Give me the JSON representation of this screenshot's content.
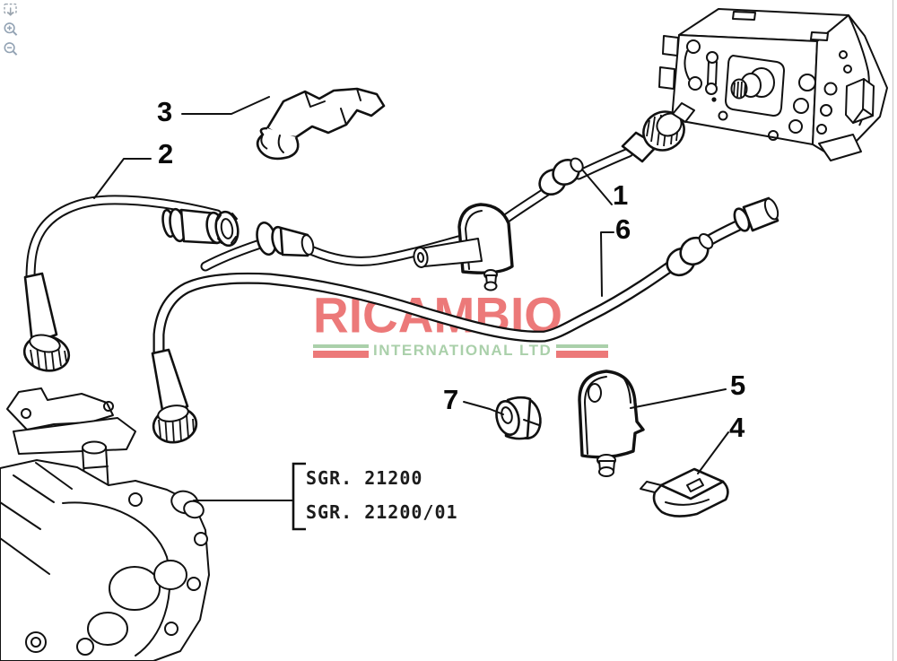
{
  "toolbar": {
    "icons": [
      {
        "name": "capture-region",
        "glyph": "dashed-box-down-arrow"
      },
      {
        "name": "zoom-in",
        "glyph": "magnifier-plus"
      },
      {
        "name": "zoom-out",
        "glyph": "magnifier-minus"
      }
    ],
    "icon_color": "#97a1ab"
  },
  "watermark": {
    "title": "RICAMBIO",
    "subtitle": "INTERNATIONAL LTD",
    "red": "#e96262",
    "green": "#9cc89c"
  },
  "callouts": [
    {
      "id": "1",
      "part": "speedometer-cable-upper"
    },
    {
      "id": "2",
      "part": "speedometer-cable-left"
    },
    {
      "id": "3",
      "part": "retaining-bracket"
    },
    {
      "id": "4",
      "part": "clip"
    },
    {
      "id": "5",
      "part": "protective-cover"
    },
    {
      "id": "6",
      "part": "speedometer-cable-long"
    },
    {
      "id": "7",
      "part": "grommet-bush"
    }
  ],
  "group_labels": {
    "line1": "SGR. 21200",
    "line2": "SGR. 21200/01"
  },
  "line_color": "#111111"
}
